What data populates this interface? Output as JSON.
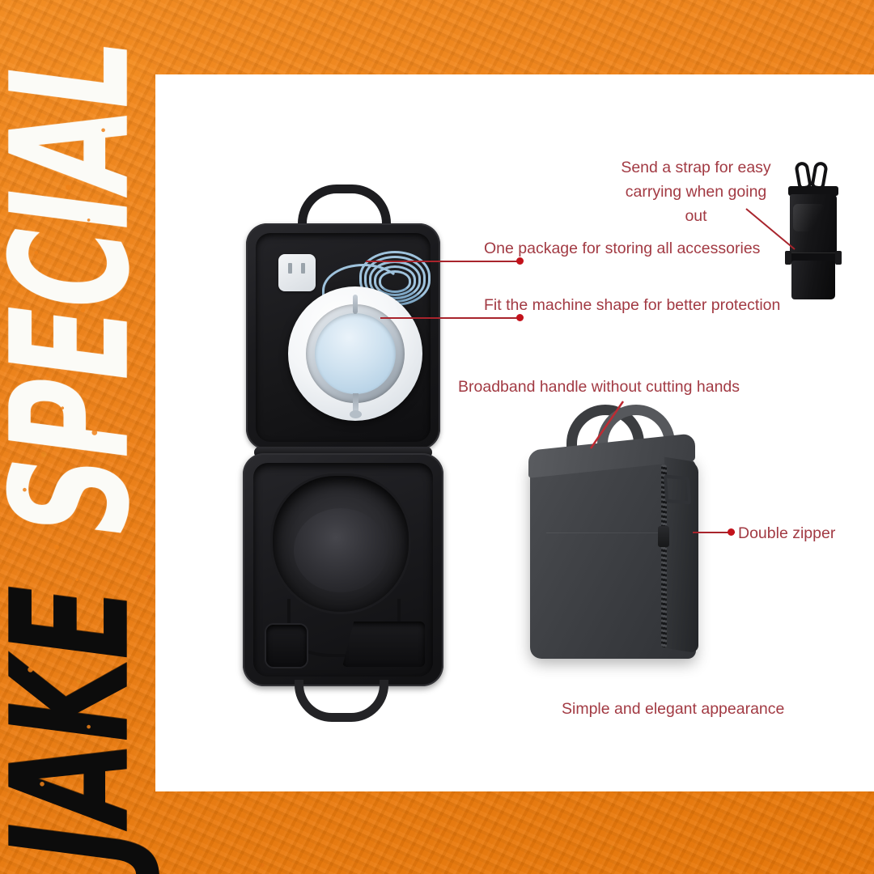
{
  "brand": {
    "word_dark": "JAKE",
    "word_light": "SPECIAL",
    "full": "JAKESPECIAL"
  },
  "colors": {
    "background_orange": "#F08218",
    "panel_white": "#FFFFFF",
    "annotation_text": "#A23A43",
    "leader_line": "#A8242C",
    "leader_dot": "#C3121B",
    "brand_dark": "#0C0C0C",
    "brand_light": "#FBFBF7"
  },
  "annotations": [
    {
      "id": "strap-note",
      "line1": "Send a strap for easy",
      "line2": "carrying when going out"
    },
    {
      "id": "accessories-note",
      "text": "One package for storing all accessories"
    },
    {
      "id": "protection-note",
      "text": "Fit the machine shape for better protection"
    },
    {
      "id": "handle-note",
      "text": "Broadband handle without cutting hands"
    },
    {
      "id": "zipper-note",
      "text": "Double zipper"
    },
    {
      "id": "appearance-note",
      "text": "Simple and elegant appearance"
    }
  ],
  "product_images": [
    {
      "id": "open-case",
      "description": "open-eva-carrying-case-with-device-adapter-and-cable"
    },
    {
      "id": "closed-bag",
      "description": "closed-hard-shell-carrying-bag-with-handles"
    },
    {
      "id": "shoulder-strap",
      "description": "folded-black-shoulder-strap-with-clips"
    }
  ]
}
